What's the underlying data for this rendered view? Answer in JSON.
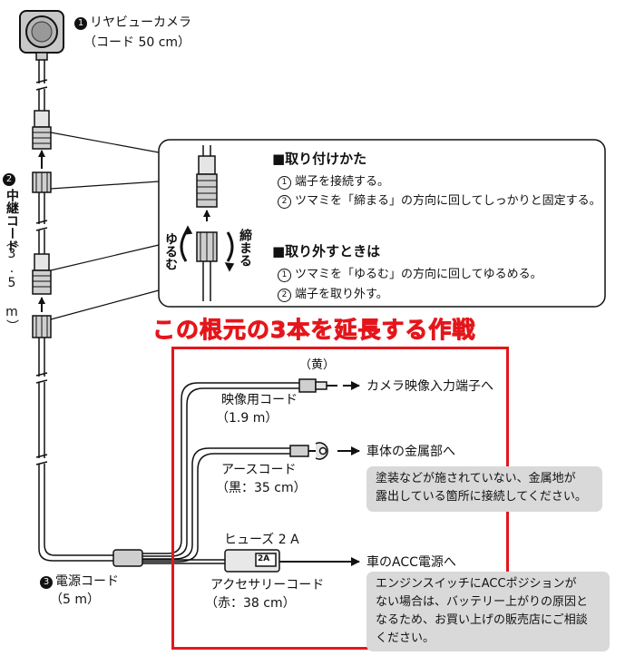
{
  "camera": {
    "num": "1",
    "name": "リヤビューカメラ",
    "cord": "（コード 50 cm）"
  },
  "relay": {
    "num": "2",
    "name": "中継コード",
    "len": "（3.5 m）"
  },
  "power": {
    "num": "3",
    "name": "電源コード",
    "len": "（5 m）"
  },
  "howto": {
    "attach_title": "■取り付けかた",
    "attach_steps": [
      {
        "n": "1",
        "text": "端子を接続する。"
      },
      {
        "n": "2",
        "text": "ツマミを「締まる」の方向に回してしっかりと固定する。"
      }
    ],
    "detach_title": "■取り外すときは",
    "detach_steps": [
      {
        "n": "1",
        "text": "ツマミを「ゆるむ」の方向に回してゆるめる。"
      },
      {
        "n": "2",
        "text": "端子を取り外す。"
      }
    ],
    "loosen": "ゆるむ",
    "tighten": "締まる"
  },
  "overlay": {
    "title": "この根元の3本を延長する作戦"
  },
  "video": {
    "color": "（黄）",
    "name": "映像用コード",
    "len": "（1.9 m）",
    "dest": "カメラ映像入力端子へ"
  },
  "ground": {
    "name": "アースコード",
    "len": "（黒：35 cm）",
    "dest": "車体の金属部へ",
    "note": [
      "塗装などが施されていない、金属地が",
      "露出している箇所に接続してください。"
    ]
  },
  "acc": {
    "fuse": "ヒューズ 2 A",
    "fuse_label": "2A",
    "name": "アクセサリーコード",
    "len": "（赤：38 cm）",
    "dest": "車のACC電源へ",
    "note": [
      "エンジンスイッチにACCポジションが",
      "ない場合は、バッテリー上がりの原因と",
      "なるため、お買い上げの販売店にご相談",
      "ください。"
    ]
  },
  "colors": {
    "highlight": "#e4161b",
    "note_bg": "#d9d9d9",
    "line": "#111111"
  }
}
